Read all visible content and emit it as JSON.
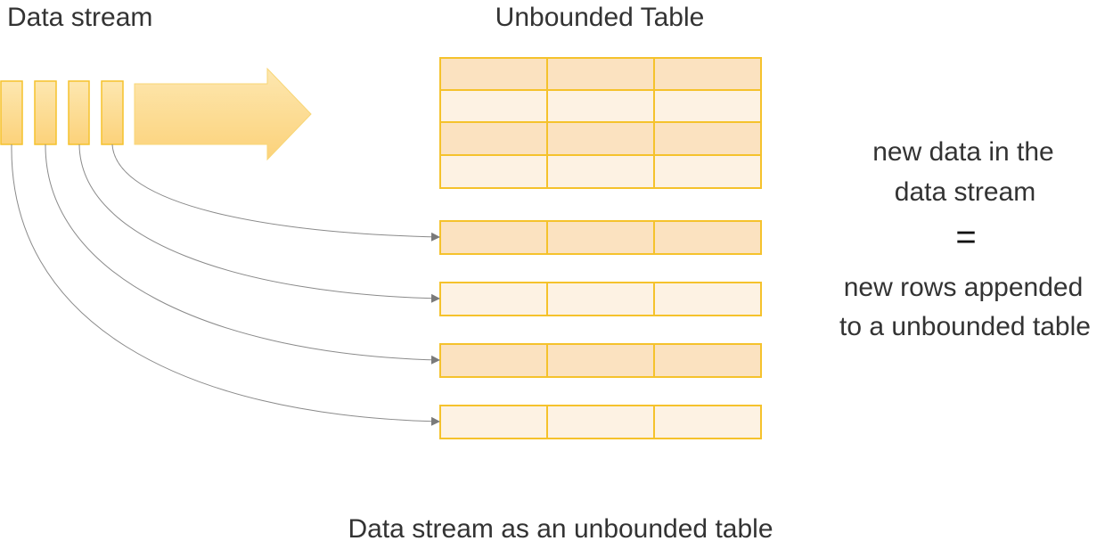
{
  "stream_label": "Data stream",
  "table_label": "Unbounded Table",
  "explanation": {
    "line1": "new data in the",
    "line2": "data stream",
    "equals": "=",
    "line3": "new rows appended",
    "line4": "to a unbounded table"
  },
  "caption": "Data stream as an unbounded table",
  "colors": {
    "border": "#f5c22c",
    "row_dark": "#fbe2c0",
    "row_light": "#fdf2e3",
    "stream_block": "#fcd68a",
    "connector": "#8a8a8a"
  },
  "table": {
    "rows": 4,
    "columns": 3
  },
  "appended_rows": 4,
  "stream_blocks": 4
}
